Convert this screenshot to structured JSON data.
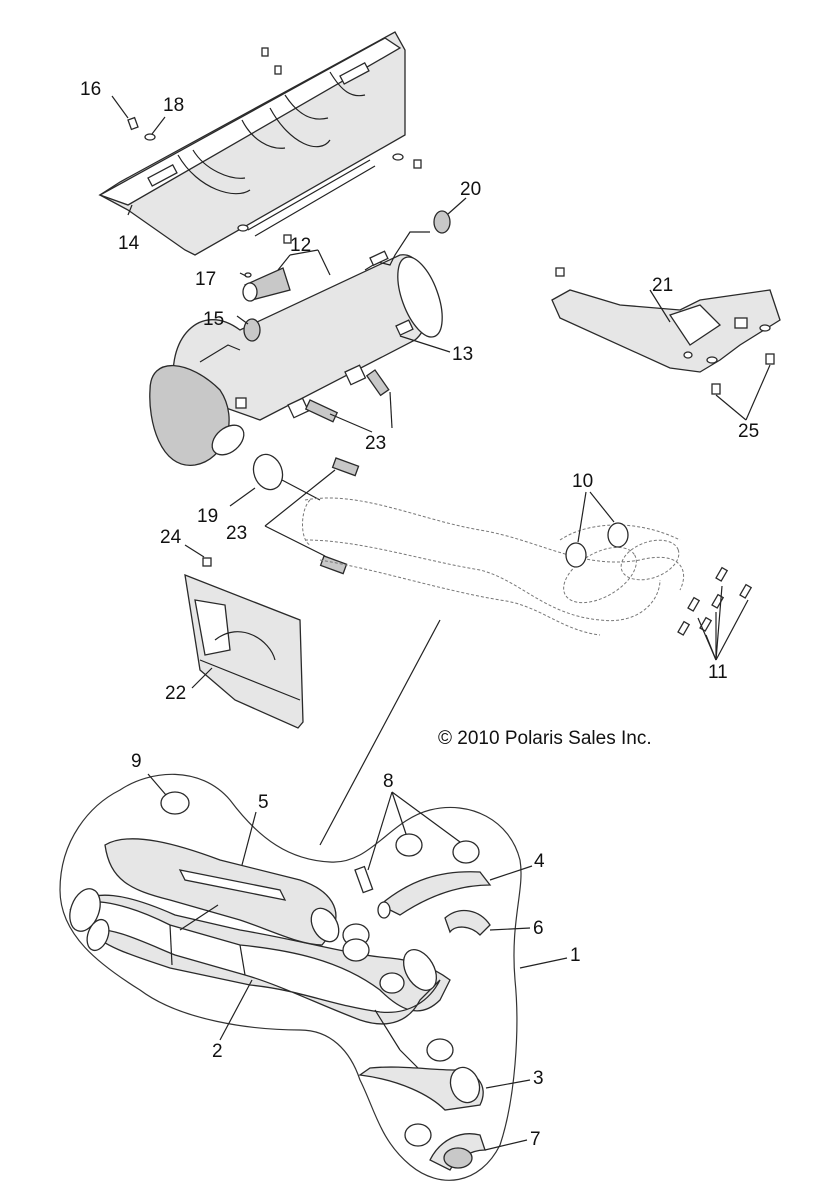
{
  "diagram": {
    "title": "Exhaust System Parts Diagram",
    "copyright": "© 2010 Polaris Sales Inc.",
    "callouts": [
      {
        "id": "c1",
        "label": "1"
      },
      {
        "id": "c2",
        "label": "2"
      },
      {
        "id": "c3",
        "label": "3"
      },
      {
        "id": "c4",
        "label": "4"
      },
      {
        "id": "c5",
        "label": "5"
      },
      {
        "id": "c6",
        "label": "6"
      },
      {
        "id": "c7",
        "label": "7"
      },
      {
        "id": "c8",
        "label": "8"
      },
      {
        "id": "c9",
        "label": "9"
      },
      {
        "id": "c10",
        "label": "10"
      },
      {
        "id": "c11",
        "label": "11"
      },
      {
        "id": "c12",
        "label": "12"
      },
      {
        "id": "c13",
        "label": "13"
      },
      {
        "id": "c14",
        "label": "14"
      },
      {
        "id": "c15",
        "label": "15"
      },
      {
        "id": "c16",
        "label": "16"
      },
      {
        "id": "c17",
        "label": "17"
      },
      {
        "id": "c18",
        "label": "18"
      },
      {
        "id": "c19",
        "label": "19"
      },
      {
        "id": "c20",
        "label": "20"
      },
      {
        "id": "c21",
        "label": "21"
      },
      {
        "id": "c22",
        "label": "22"
      },
      {
        "id": "c23a",
        "label": "23"
      },
      {
        "id": "c23b",
        "label": "23"
      },
      {
        "id": "c24",
        "label": "24"
      },
      {
        "id": "c25",
        "label": "25"
      }
    ]
  }
}
